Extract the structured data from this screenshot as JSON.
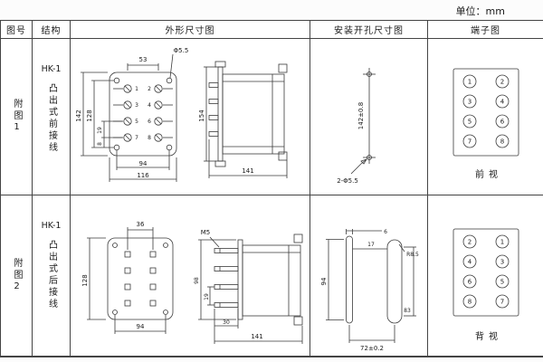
{
  "unit_label": "单位：mm",
  "headers": {
    "fig": "图号",
    "structure": "结构",
    "outline": "外形尺寸图",
    "install": "安装开孔尺寸图",
    "terminal": "端子图"
  },
  "rows": [
    {
      "fig_label": "附图1",
      "model": "HK-1",
      "structure_label": "凸出式前接线",
      "outline": {
        "front": {
          "dim_top": "53",
          "hole_label": "Φ5.5",
          "dim_height": "142",
          "dim_hole_span_v": "128",
          "dim_pitch": "19",
          "dim_offset": "8",
          "dim_hole_span_h": "94",
          "dim_width": "116",
          "terminals": [
            "1",
            "2",
            "3",
            "4",
            "5",
            "6",
            "7",
            "8"
          ]
        },
        "side": {
          "dim_height": "154",
          "dim_width": "141"
        }
      },
      "install": {
        "dim_vertical": "142±0.8",
        "holes_label": "2-Φ5.5"
      },
      "terminal": {
        "numbers": [
          "1",
          "2",
          "3",
          "4",
          "5",
          "6",
          "7",
          "8"
        ],
        "view_label": "前视"
      }
    },
    {
      "fig_label": "附图2",
      "model": "HK-1",
      "structure_label": "凸出式后接线",
      "outline": {
        "rear": {
          "dim_top": "36",
          "dim_height": "128",
          "dim_width": "94"
        },
        "side": {
          "screw_label": "M5",
          "dim_flange": "98",
          "dim_pitch": "19",
          "dim_stud": "30",
          "dim_width": "141"
        }
      },
      "install": {
        "dim_slot_width": "6",
        "dim_gap": "17",
        "radius_label": "R8.5",
        "dim_left_span": "94",
        "dim_right_span": "83",
        "dim_h_span": "72±0.2"
      },
      "terminal": {
        "numbers": [
          "2",
          "1",
          "4",
          "3",
          "6",
          "5",
          "8",
          "7"
        ],
        "view_label": "背视"
      }
    }
  ]
}
